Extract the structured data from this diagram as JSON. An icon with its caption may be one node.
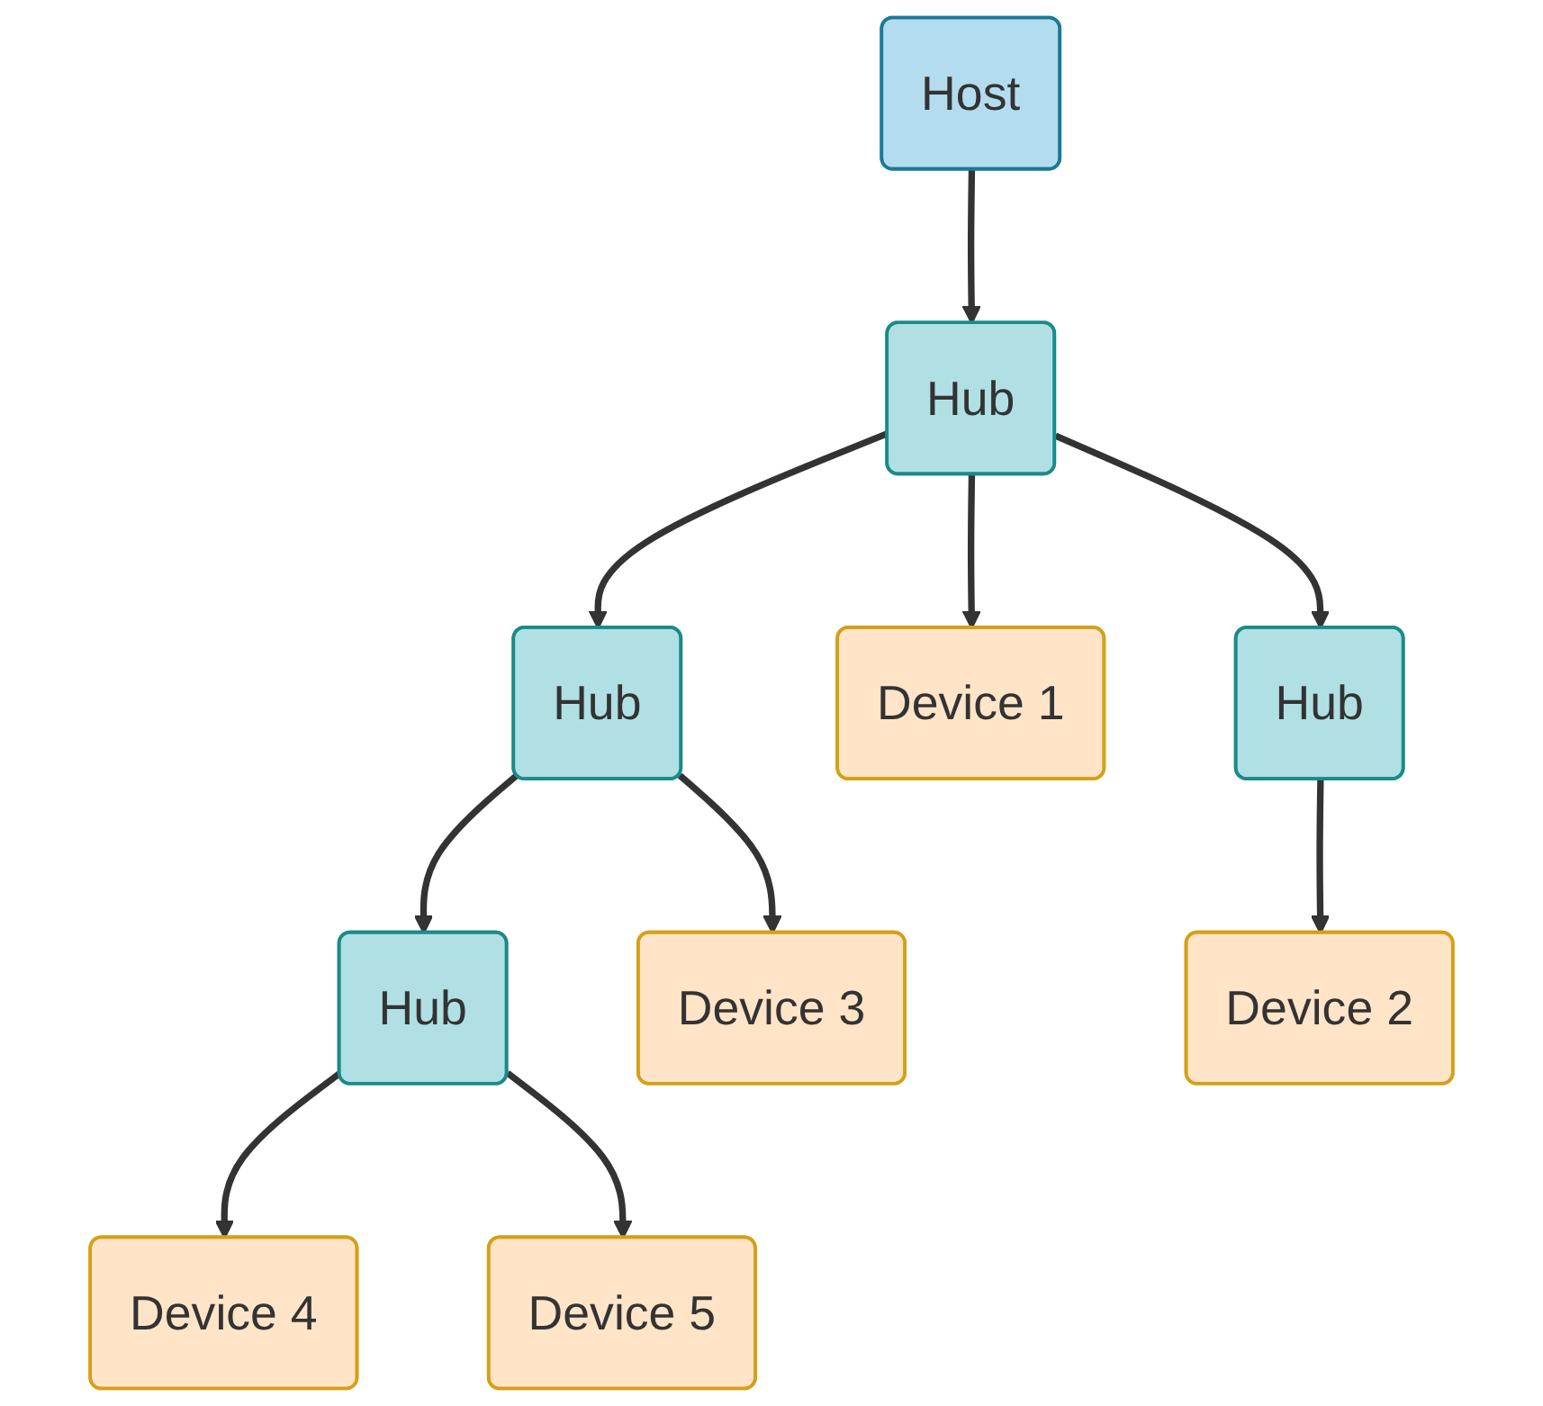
{
  "diagram": {
    "nodes": [
      {
        "text": [
          "Host"
        ]
      },
      {
        "text": [
          "Hub"
        ]
      },
      {
        "text": [
          "Hub"
        ]
      },
      {
        "text": [
          "Device 1"
        ]
      },
      {
        "text": [
          "Hub"
        ]
      },
      {
        "text": [
          "Hub"
        ]
      },
      {
        "text": [
          "Device 3"
        ]
      },
      {
        "text": [
          "Device 2"
        ]
      },
      {
        "text": [
          "Device 4"
        ]
      },
      {
        "text": [
          "Device 5"
        ]
      }
    ],
    "edges": [
      {
        "from": 0,
        "to": 1,
        "arrow": "to"
      },
      {
        "from": 1,
        "to": 2,
        "arrow": "to"
      },
      {
        "from": 1,
        "to": 3,
        "arrow": "to"
      },
      {
        "from": 1,
        "to": 4,
        "arrow": "to"
      },
      {
        "from": 2,
        "to": 5,
        "arrow": "to"
      },
      {
        "from": 2,
        "to": 6,
        "arrow": "to"
      },
      {
        "from": 4,
        "to": 7,
        "arrow": "to"
      },
      {
        "from": 5,
        "to": 8,
        "arrow": "to"
      },
      {
        "from": 5,
        "to": 9,
        "arrow": "to"
      }
    ]
  }
}
